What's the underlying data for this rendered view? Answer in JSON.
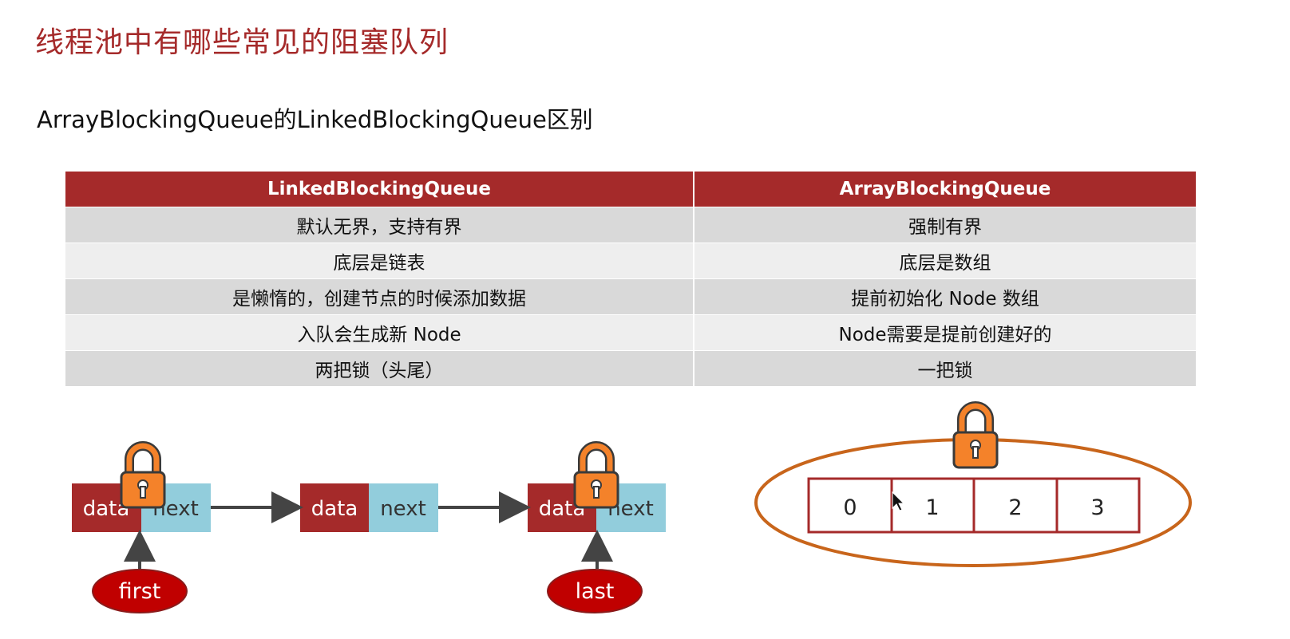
{
  "title": "线程池中有哪些常见的阻塞队列",
  "subtitle": "ArrayBlockingQueue的LinkedBlockingQueue区别",
  "table": {
    "headers": [
      "LinkedBlockingQueue",
      "ArrayBlockingQueue"
    ],
    "rows": [
      [
        "默认无界，支持有界",
        "强制有界"
      ],
      [
        "底层是链表",
        "底层是数组"
      ],
      [
        "是懒惰的，创建节点的时候添加数据",
        "提前初始化 Node 数组"
      ],
      [
        "入队会生成新 Node",
        "Node需要是提前创建好的"
      ],
      [
        "两把锁（头尾）",
        "一把锁"
      ]
    ]
  },
  "linked_diagram": {
    "node_data_label": "data",
    "node_next_label": "next",
    "first_label": "first",
    "last_label": "last"
  },
  "array_diagram": {
    "cells": [
      "0",
      "1",
      "2",
      "3"
    ]
  },
  "colors": {
    "accent": "#a52a2a",
    "data_cell": "#a52a2a",
    "next_cell": "#92cddc",
    "lock_body": "#f4822a",
    "ellipse_stroke": "#c8651b",
    "array_border": "#a52a2a"
  },
  "icons": [
    "lock-icon",
    "arrow-icon",
    "mouse-cursor-icon"
  ]
}
